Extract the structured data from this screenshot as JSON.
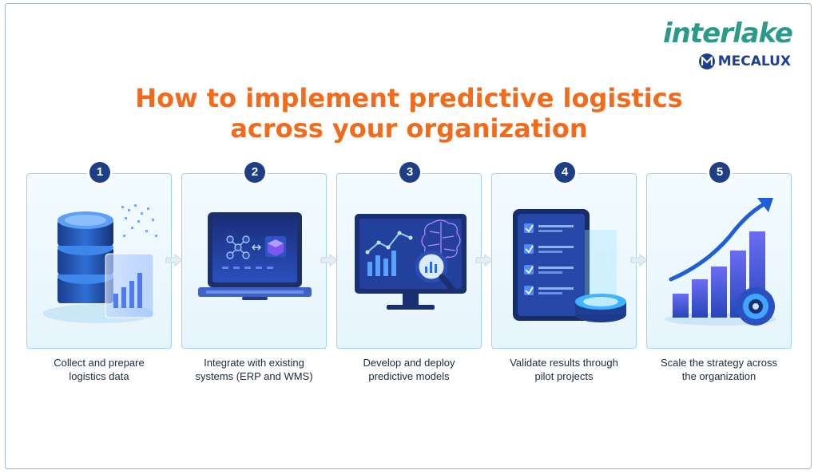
{
  "brand": {
    "name": "interlake",
    "sub": "MECALUX"
  },
  "title": {
    "line1": "How to implement predictive logistics",
    "line2": "across your organization"
  },
  "steps": [
    {
      "number": "1",
      "line1": "Collect and prepare",
      "line2": "logistics data",
      "icon": "database-icon"
    },
    {
      "number": "2",
      "line1": "Integrate with existing",
      "line2": "systems (ERP and WMS)",
      "icon": "laptop-icon"
    },
    {
      "number": "3",
      "line1": "Develop and deploy",
      "line2": "predictive models",
      "icon": "monitor-chart-icon"
    },
    {
      "number": "4",
      "line1": "Validate results through",
      "line2": "pilot projects",
      "icon": "tablet-checklist-icon"
    },
    {
      "number": "5",
      "line1": "Scale the strategy across",
      "line2": "the organization",
      "icon": "growth-chart-icon"
    }
  ],
  "colors": {
    "title": "#f26a1b",
    "badge": "#1e3f86",
    "brand_green": "#2b9a8a",
    "brand_blue": "#1d3f8f",
    "card_border": "#9fd2ec"
  }
}
